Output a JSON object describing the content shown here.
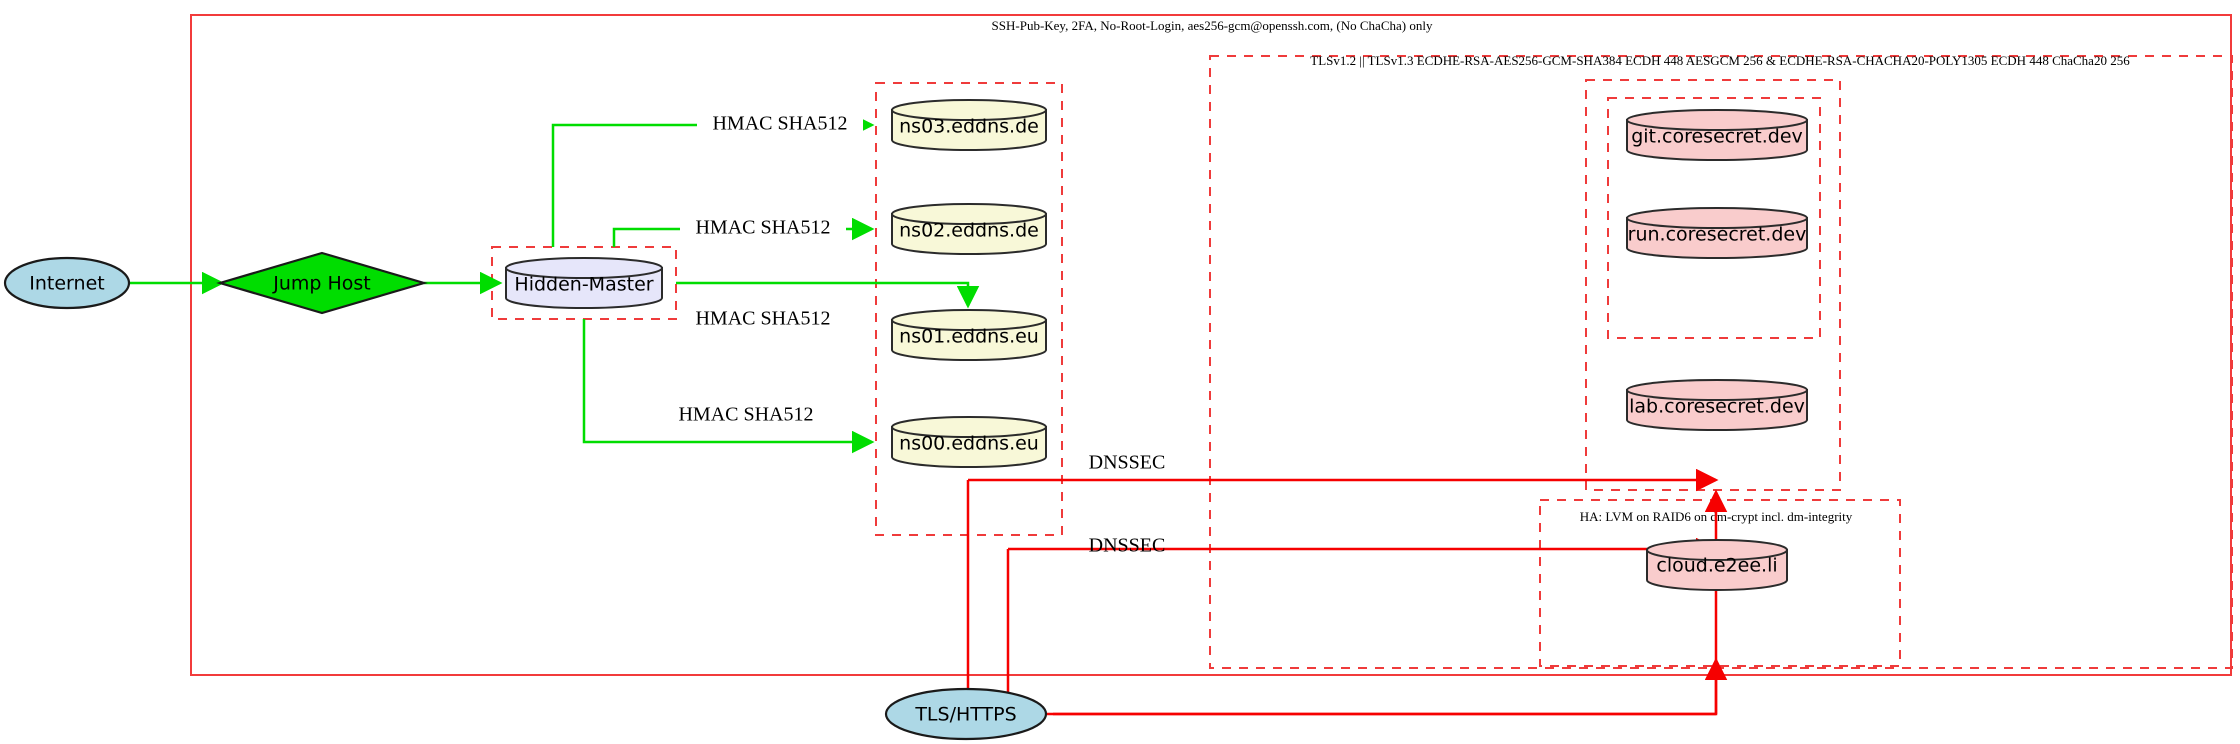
{
  "diagram": {
    "title_note": "network-security-topology",
    "colors": {
      "ellipse_fill": "#add8e6",
      "diamond_fill": "#00dd00",
      "hidden_master_fill": "#e6e6fa",
      "dns_fill": "#f8f8d8",
      "service_fill": "#f9cccc",
      "frame_red": "#f23b3b",
      "edge_green": "#00dd00",
      "edge_red": "#f60000"
    },
    "clusters": [
      {
        "id": "outer-ssh",
        "label": "SSH-Pub-Key, 2FA, No-Root-Login, aes256-gcm@openssh.com, (No ChaCha) only"
      },
      {
        "id": "tls-cluster",
        "label": "TLSv1.2 || TLSv1.3 ECDHE-RSA-AES256-GCM-SHA384 ECDH 448 AESGCM 256 & ECDHE-RSA-CHACHA20-POLY1305 ECDH 448 ChaCha20 256"
      },
      {
        "id": "ha-cluster",
        "label": "HA: LVM on RAID6 on dm-crypt incl. dm-integrity"
      }
    ],
    "nodes": [
      {
        "id": "internet",
        "label": "Internet",
        "shape": "ellipse"
      },
      {
        "id": "jump-host",
        "label": "Jump Host",
        "shape": "diamond"
      },
      {
        "id": "hidden-master",
        "label": "Hidden-Master",
        "shape": "cylinder"
      },
      {
        "id": "ns03",
        "label": "ns03.eddns.de",
        "shape": "cylinder"
      },
      {
        "id": "ns02",
        "label": "ns02.eddns.de",
        "shape": "cylinder"
      },
      {
        "id": "ns01",
        "label": "ns01.eddns.eu",
        "shape": "cylinder"
      },
      {
        "id": "ns00",
        "label": "ns00.eddns.eu",
        "shape": "cylinder"
      },
      {
        "id": "git",
        "label": "git.coresecret.dev",
        "shape": "cylinder"
      },
      {
        "id": "run",
        "label": "run.coresecret.dev",
        "shape": "cylinder"
      },
      {
        "id": "lab",
        "label": "lab.coresecret.dev",
        "shape": "cylinder"
      },
      {
        "id": "cloud",
        "label": "cloud.e2ee.li",
        "shape": "cylinder"
      },
      {
        "id": "tls-https",
        "label": "TLS/HTTPS",
        "shape": "ellipse"
      }
    ],
    "edge_labels": [
      {
        "id": "hmac-ns03",
        "label": "HMAC SHA512"
      },
      {
        "id": "hmac-ns02",
        "label": "HMAC SHA512"
      },
      {
        "id": "hmac-ns01",
        "label": "HMAC SHA512"
      },
      {
        "id": "hmac-ns00",
        "label": "HMAC SHA512"
      },
      {
        "id": "dnssec-upper",
        "label": "DNSSEC"
      },
      {
        "id": "dnssec-lower",
        "label": "DNSSEC"
      }
    ]
  }
}
